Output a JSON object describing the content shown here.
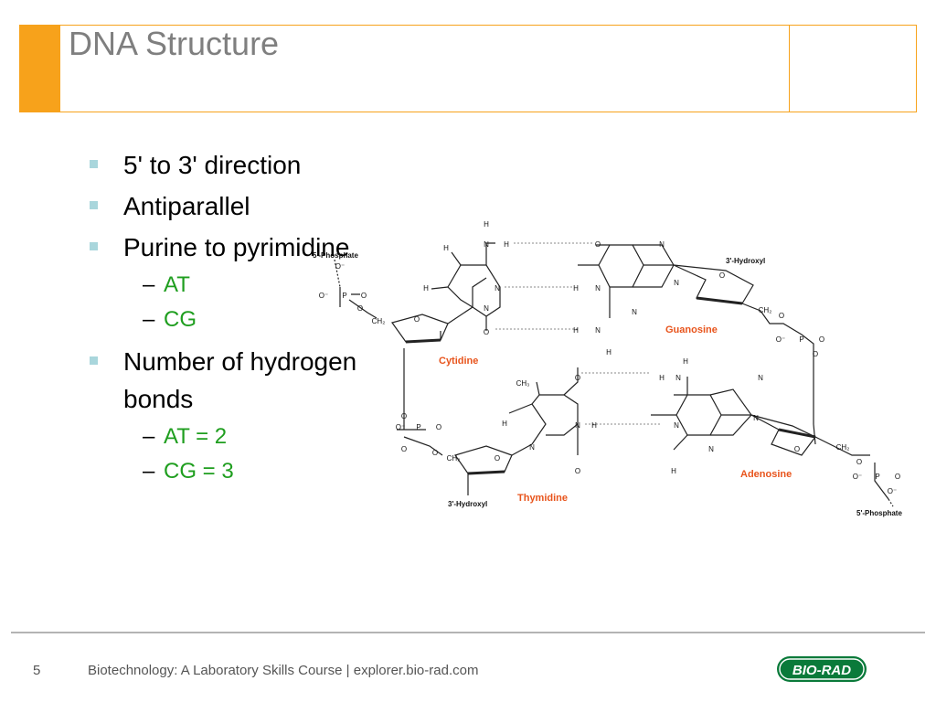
{
  "slide": {
    "title": "DNA Structure",
    "page_number": "5",
    "footer": "Biotechnology: A Laboratory Skills Course  |   explorer.bio-rad.com",
    "logo_text": "BIO-RAD"
  },
  "bullets": [
    {
      "text": "5' to 3' direction"
    },
    {
      "text": "Antiparallel"
    },
    {
      "text": "Purine to pyrimidine",
      "sub": [
        "AT",
        "CG"
      ]
    },
    {
      "text": "Number of hydrogen bonds",
      "sub": [
        "AT  = 2",
        "CG = 3"
      ]
    }
  ],
  "diagram": {
    "labels": {
      "five_phosphate_top": "5'-Phosphate",
      "three_hydroxyl_top": "3'-Hydroxyl",
      "three_hydroxyl_bottom": "3'-Hydroxyl",
      "five_phosphate_bottom": "5'-Phosphate",
      "cytidine": "Cytidine",
      "guanosine": "Guanosine",
      "thymidine": "Thymidine",
      "adenosine": "Adenosine"
    },
    "atoms": {
      "H": "H",
      "N": "N",
      "O": "O",
      "P": "P",
      "O_minus": "O⁻",
      "CH2": "CH₂",
      "CH3": "CH₃"
    },
    "colors": {
      "nucleoside_label": "#e8541c",
      "hydrogen_bond": "#888888",
      "bond": "#222222"
    }
  },
  "colors": {
    "accent": "#f7a21b",
    "title_text": "#7f7f7f",
    "bullet_marker": "#a9d6dc",
    "sub_bullet_text": "#1f9e1f"
  }
}
